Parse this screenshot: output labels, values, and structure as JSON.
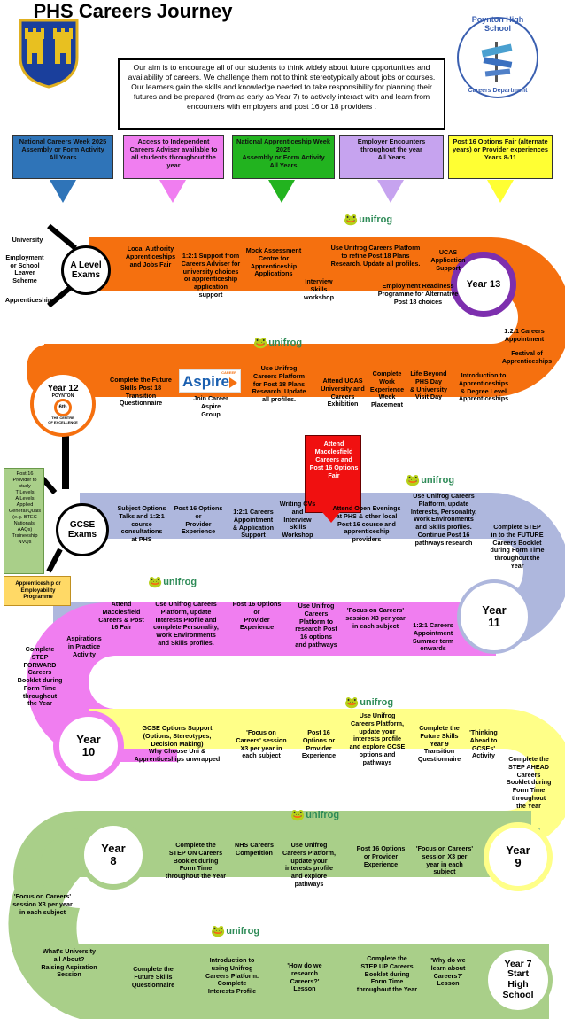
{
  "header": {
    "title": "PHS Careers Journey",
    "intro": "Our aim is to encourage all of our students to think widely about future opportunities and availability of careers. We challenge them not to think stereotypically about jobs or courses. Our learners gain the skills and knowledge needed to take responsibility for planning their futures and be prepared (from as early as Year 7) to actively interact with and learn from encounters with employers and post 16 or 18 providers .",
    "school_logo_text": "Poynton High School",
    "dept_text": "Careers Department"
  },
  "top_boxes": [
    {
      "text": "National Careers Week 2025\nAssembly or Form Activity\nAll Years",
      "color": "#2f74b8"
    },
    {
      "text": "Access to Independent Careers Adviser available to all students throughout the year",
      "color": "#f07ef0"
    },
    {
      "text": "National Apprenticeship Week 2025\nAssembly or Form Activity\nAll Years",
      "color": "#22b31f"
    },
    {
      "text": "Employer Encounters throughout the year\nAll Years",
      "color": "#c6a3ef"
    },
    {
      "text": "Post 16 Options Fair (alternate years) or Provider experiences\nYears 8-11",
      "color": "#ffff33"
    }
  ],
  "colors": {
    "orange": "#f5700f",
    "blue": "#aeb7dd",
    "pink": "#f07ef0",
    "yellow": "#ffff88",
    "green": "#a9cf89",
    "purple": "#7d2fae"
  },
  "unifrog": "unifrog",
  "alevel": {
    "exam": "A Level\nExams",
    "options": {
      "university": "University",
      "employment": "Employment\nor School\nLeaver\nScheme",
      "apprenticeship": "Apprenticeship"
    }
  },
  "y13": {
    "label": "Year 13",
    "items": [
      "Local Authority\nApprenticeships\nand Jobs Fair",
      "1:2:1 Support from\nCareers Adviser for\nuniversity choices\nor apprenticeship\napplication\nsupport",
      "Mock Assessment\nCentre for\nApprenticeship\nApplications",
      "Interview\nSkills\nworkshop",
      "Use Unifrog Careers Platform\nto refine Post 18 Plans\nResearch. Update all profiles.",
      "UCAS\nApplication\nSupport",
      "Employment Readiness\nProgramme for Alternative\nPost 18 choices",
      "1:2:1 Careers\nAppointment",
      "Festival of\nApprenticeships"
    ]
  },
  "y12": {
    "label": "Year 12",
    "poynton": "POYNTON",
    "sixth": "6th",
    "centre": "THE CENTRE\nOF EXCELLENCE",
    "aspire_small": "CAREER",
    "aspire": "Aspire",
    "items": [
      "Complete the Future\nSkills Post 18\nTransition\nQuestionnaire",
      "Join Career\nAspire\nGroup",
      "Use Unifrog\nCareers Platform\nfor Post 18 Plans\nResearch. Update\nall profiles.",
      "Attend UCAS\nUniversity and\nCareers\nExhibition",
      "Complete\nWork\nExperience\nWeek\nPlacement",
      "Life Beyond\nPHS Day\n& University\nVisit Day",
      "Introduction to\nApprenticeships\n& Degree Level\nApprenticeships"
    ]
  },
  "macc": "Attend\nMacclesfield\nCareers and\nPost 16 Options\nFair",
  "gcse": {
    "exam": "GCSE\nExams",
    "post16": "Post 16\nProvider to\nstudy\nT Levels\nA Levels\nApplied\nGeneral Quals\n(e.g. BTEC\nNationals,\nAAQs)\nTraineeship\nNVQs",
    "appr": "Apprenticeship or\nEmployability\nProgramme"
  },
  "y11": {
    "label": "Year\n11",
    "items": [
      "Subject Options\nTalks and 1:2:1\ncourse\nconsultations\nat PHS",
      "Post 16 Options\nor\nProvider\nExperience",
      "1:2:1 Careers\nAppointment\n& Application\nSupport",
      "Writing CVs\nand\nInterview\nSkills\nWorkshop",
      "Attend Open Evenings\nat PHS & other local\nPost 16 course and\napprenticeship\nproviders",
      "Use Unifrog Careers\nPlatform, update\nInterests, Personality,\nWork Environments\nand Skills profiles.\nContinue Post 16\npathways research",
      "Complete STEP\nin to the FUTURE\nCareers Booklet\nduring Form Time\nthroughout the\nYear"
    ]
  },
  "y10": {
    "label": "Year\n10",
    "items": [
      "Attend\nMacclesfield\nCareers & Post\n16 Fair",
      "Use Unifrog Careers\nPlatform, update\nInterests Profile and\ncomplete Personality,\nWork Environments\nand Skills profiles.",
      "Post 16 Options\nor\nProvider\nExperience",
      "Use Unifrog\nCareers\nPlatform to\nresearch Post\n16 options\nand pathways",
      "'Focus on Careers'\nsession X3 per year\nin each subject",
      "1:2:1 Careers\nAppointment\nSummer term\nonwards",
      "Aspirations\nin Practice\nActivity",
      "Complete\nSTEP\nFORWARD\nCareers\nBooklet during\nForm Time\nthroughout\nthe Year"
    ]
  },
  "y9": {
    "label": "Year\n9",
    "items": [
      "GCSE Options Support\n(Options, Stereotypes,\nDecision Making)\nWhy Choose Uni &\nApprenticeships unwrapped",
      "'Focus on\nCareers' session\nX3 per year in\neach subject",
      "Post 16\nOptions or\nProvider\nExperience",
      "Use Unifrog\nCareers Platform,\nupdate your\ninterests profile\nand explore GCSE\noptions and\npathways",
      "Complete the\nFuture Skills\nYear 9\nTransition\nQuestionnaire",
      "'Thinking\nAhead to\nGCSEs'\nActivity",
      "Complete the\nSTEP AHEAD\nCareers\nBooklet during\nForm Time\nthroughout\nthe Year"
    ]
  },
  "y8": {
    "label": "Year\n8",
    "items": [
      "Complete the\nSTEP ON Careers\nBooklet during\nForm Time\nthroughout the Year",
      "NHS Careers\nCompetition",
      "Use Unifrog\nCareers Platform,\nupdate your\ninterests profile\nand explore\npathways",
      "Post 16 Options\nor Provider\nExperience",
      "'Focus on Careers'\nsession X3 per\nyear in each\nsubject",
      "'Focus on Careers'\nsession X3 per year\nin each subject"
    ]
  },
  "y7": {
    "label": "Year 7\nStart\nHigh\nSchool",
    "items": [
      "What's University\nall About?\nRaising Aspiration\nSession",
      "Complete the\nFuture Skills\nQuestionnaire",
      "Introduction to\nusing Unifrog\nCareers Platform.\nComplete\nInterests Profile",
      "'How do we\nresearch\nCareers?'\nLesson",
      "Complete the\nSTEP UP Careers\nBooklet during\nForm Time\nthroughout the Year",
      "'Why do we\nlearn about\nCareers?'\nLesson"
    ]
  }
}
